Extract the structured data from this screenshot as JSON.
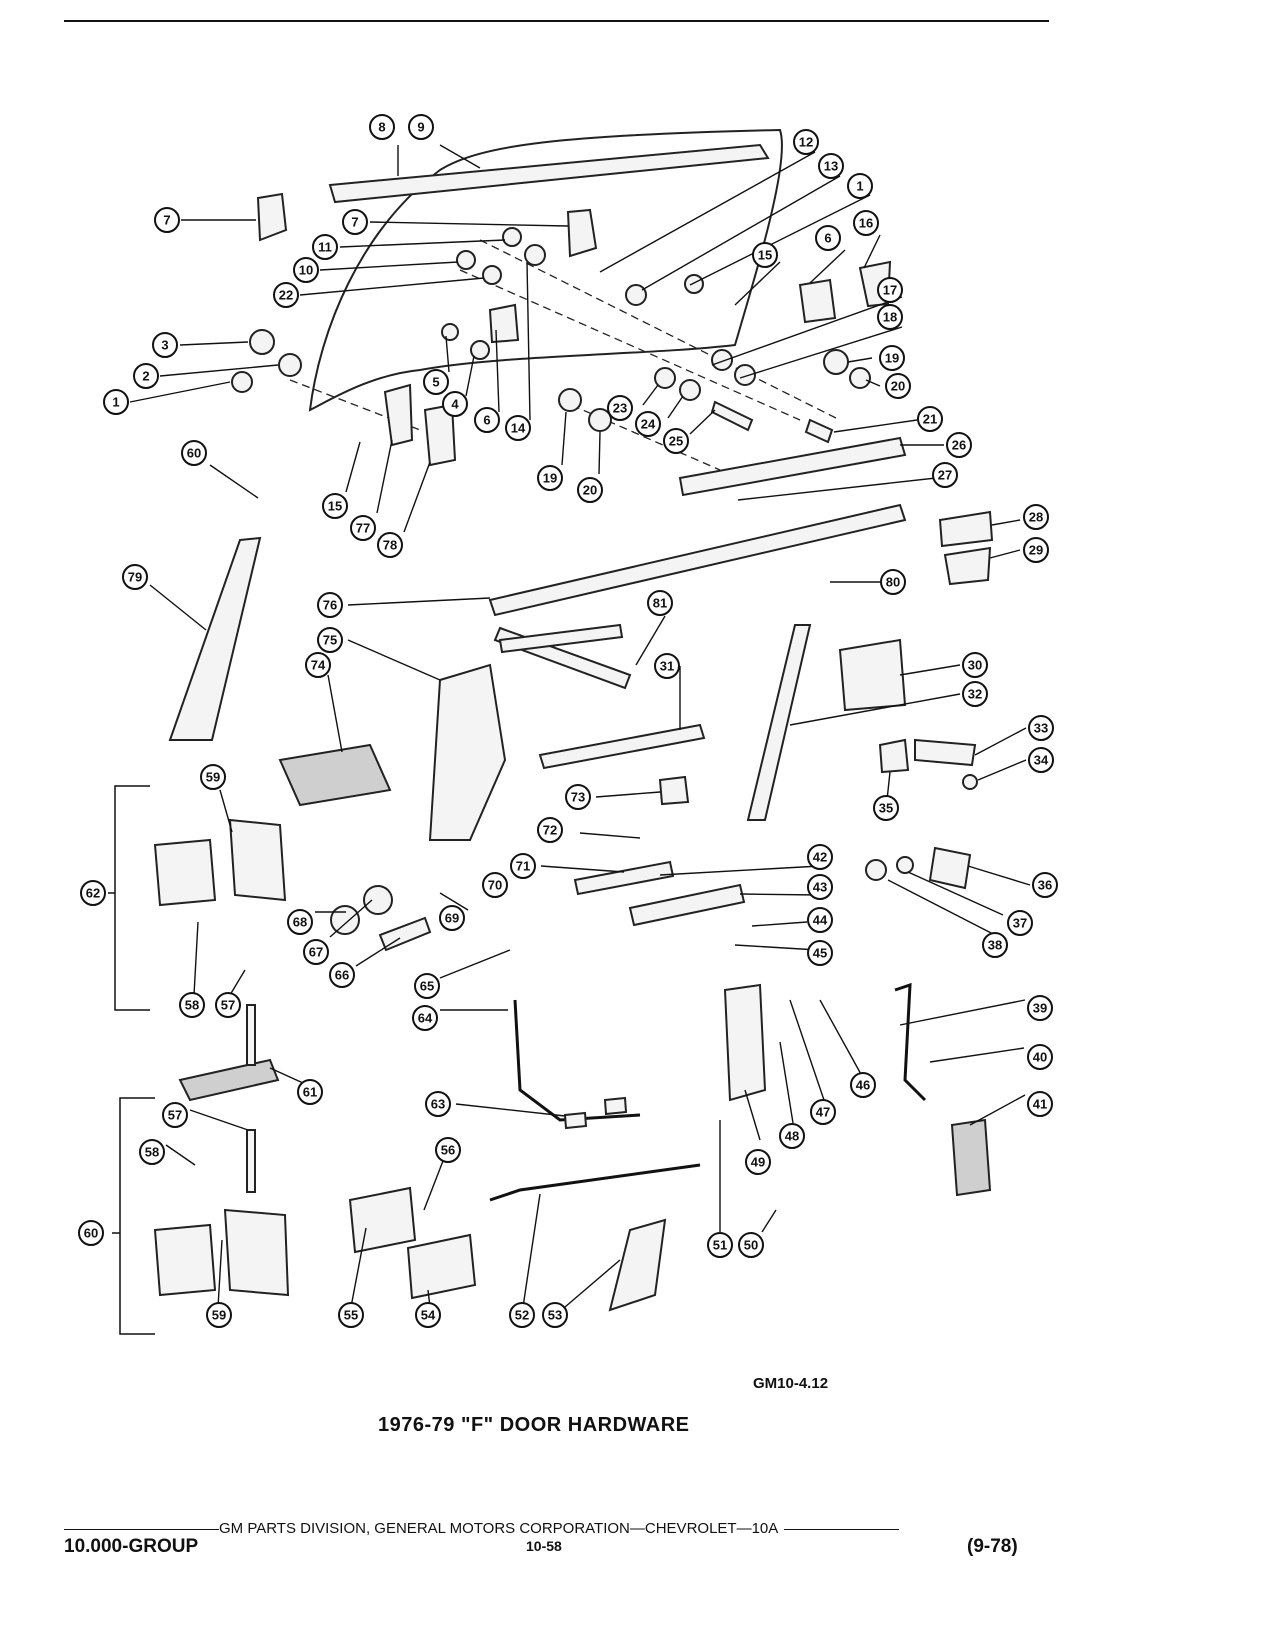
{
  "figure_code": "GM10-4.12",
  "title": "1976-79 \"F\" DOOR HARDWARE",
  "footer": {
    "division": "GM PARTS DIVISION, GENERAL MOTORS CORPORATION—CHEVROLET—10A",
    "group": "10.000-GROUP",
    "page": "10-58",
    "date": "(9-78)"
  },
  "callouts": [
    "8",
    "9",
    "12",
    "13",
    "1",
    "7",
    "7",
    "11",
    "10",
    "22",
    "15",
    "6",
    "16",
    "17",
    "18",
    "3",
    "19",
    "2",
    "20",
    "1",
    "5",
    "4",
    "6",
    "14",
    "23",
    "24",
    "25",
    "21",
    "26",
    "60",
    "15",
    "77",
    "78",
    "19",
    "20",
    "27",
    "28",
    "29",
    "79",
    "76",
    "80",
    "81",
    "75",
    "31",
    "74",
    "30",
    "32",
    "33",
    "34",
    "35",
    "73",
    "59",
    "62",
    "72",
    "71",
    "42",
    "36",
    "43",
    "37",
    "44",
    "70",
    "69",
    "68",
    "67",
    "66",
    "58",
    "57",
    "65",
    "45",
    "38",
    "39",
    "64",
    "46",
    "47",
    "40",
    "48",
    "61",
    "63",
    "41",
    "49",
    "57",
    "56",
    "58",
    "60",
    "51",
    "50",
    "59",
    "55",
    "54",
    "52",
    "53"
  ]
}
